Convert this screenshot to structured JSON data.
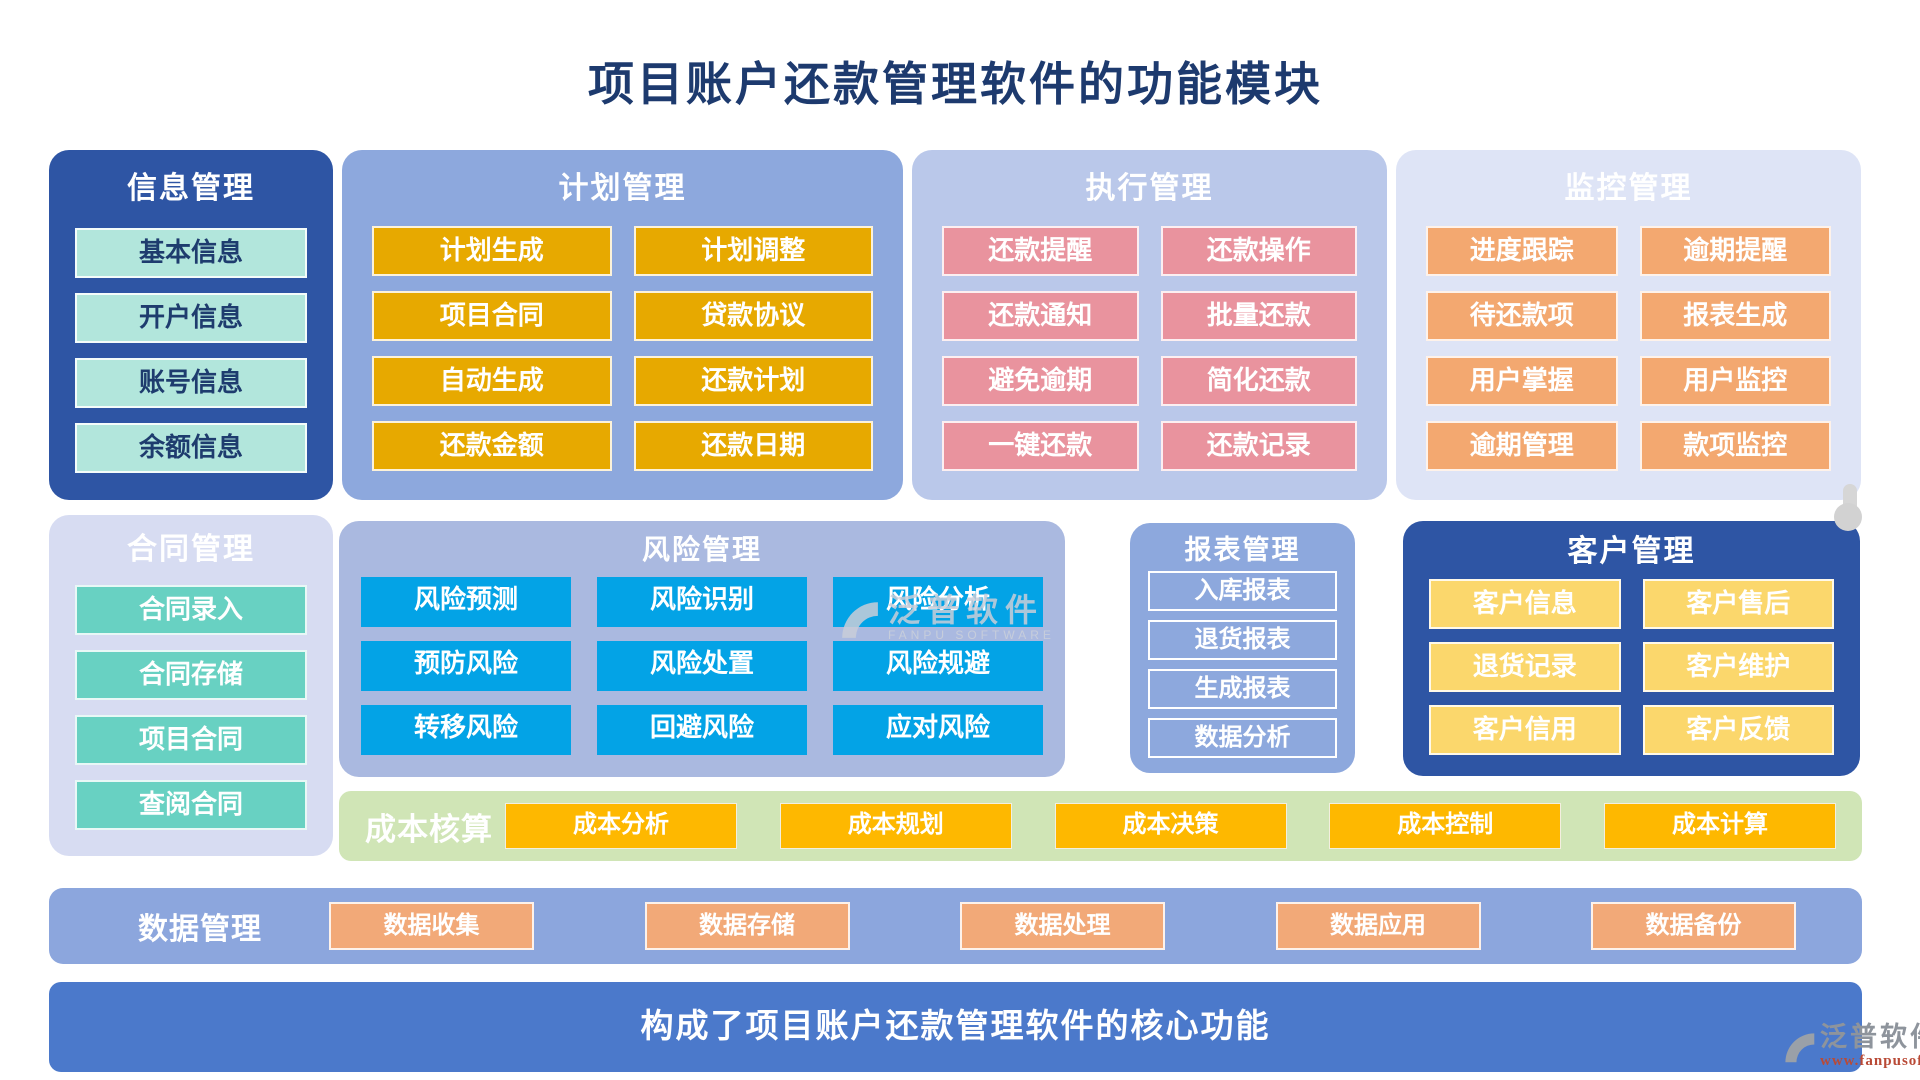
{
  "page": {
    "title": "项目账户还款管理软件的功能模块",
    "footer_banner": "构成了项目账户还款管理软件的核心功能"
  },
  "colors": {
    "title_text": "#1d3a6e",
    "dark_panel": "#2e55a4",
    "medium_panel": "#8da8dd",
    "light_panel": "#bac8ea",
    "pale_panel": "#dee4f6",
    "info_item": "#b2e6dc",
    "gold_item": "#e7a900",
    "pink_item": "#e9939e",
    "orange_item": "#f3a870",
    "teal_item": "#68d1c2",
    "azure_item": "#03a3e6",
    "lightgold_item": "#fbd76c",
    "cost_strip": "#d0e5b6",
    "cost_item": "#feb800",
    "data_item": "#f2a978",
    "banner": "#4b79cb"
  },
  "panels": {
    "info": {
      "title": "信息管理",
      "items": [
        "基本信息",
        "开户信息",
        "账号信息",
        "余额信息"
      ]
    },
    "plan": {
      "title": "计划管理",
      "items": [
        "计划生成",
        "计划调整",
        "项目合同",
        "贷款协议",
        "自动生成",
        "还款计划",
        "还款金额",
        "还款日期"
      ]
    },
    "exec": {
      "title": "执行管理",
      "items": [
        "还款提醒",
        "还款操作",
        "还款通知",
        "批量还款",
        "避免逾期",
        "简化还款",
        "一键还款",
        "还款记录"
      ]
    },
    "monitor": {
      "title": "监控管理",
      "items": [
        "进度跟踪",
        "逾期提醒",
        "待还款项",
        "报表生成",
        "用户掌握",
        "用户监控",
        "逾期管理",
        "款项监控"
      ]
    },
    "contract": {
      "title": "合同管理",
      "items": [
        "合同录入",
        "合同存储",
        "项目合同",
        "查阅合同"
      ]
    },
    "risk": {
      "title": "风险管理",
      "items": [
        "风险预测",
        "风险识别",
        "风险分析",
        "预防风险",
        "风险处置",
        "风险规避",
        "转移风险",
        "回避风险",
        "应对风险"
      ]
    },
    "report": {
      "title": "报表管理",
      "items": [
        "入库报表",
        "退货报表",
        "生成报表",
        "数据分析"
      ]
    },
    "customer": {
      "title": "客户管理",
      "items": [
        "客户信息",
        "客户售后",
        "退货记录",
        "客户维护",
        "客户信用",
        "客户反馈"
      ]
    },
    "cost": {
      "title": "成本核算",
      "items": [
        "成本分析",
        "成本规划",
        "成本决策",
        "成本控制",
        "成本计算"
      ]
    },
    "data": {
      "title": "数据管理",
      "items": [
        "数据收集",
        "数据存储",
        "数据处理",
        "数据应用",
        "数据备份"
      ]
    }
  },
  "watermark": {
    "name": "泛普软件",
    "subtitle": "FANPU SOFTWARE"
  },
  "brand": {
    "name": "泛普软件",
    "url": "www.fanpusoft.com"
  }
}
